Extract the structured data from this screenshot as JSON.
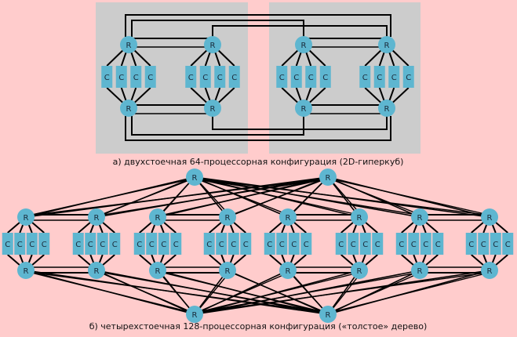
{
  "colors": {
    "background": "#ffcccc",
    "panel": "#cccccc",
    "node": "#5eb6d0",
    "wire": "#000000"
  },
  "legend": {
    "router_label": "R",
    "core_label": "C"
  },
  "config_a": {
    "caption": "а) двухстоечная 64-процессорная конфигурация (2D-гиперкуб)",
    "racks": 2,
    "clusters_per_rack": 2,
    "cores_per_cluster": 4,
    "topology": "2D-hypercube"
  },
  "config_b": {
    "caption": "б) четырехстоечная 128-процессорная конфигурация («толстое» дерево)",
    "clusters": 8,
    "cores_per_cluster": 4,
    "top_level_routers": 2,
    "bottom_level_routers": 2,
    "topology": "fat-tree"
  }
}
